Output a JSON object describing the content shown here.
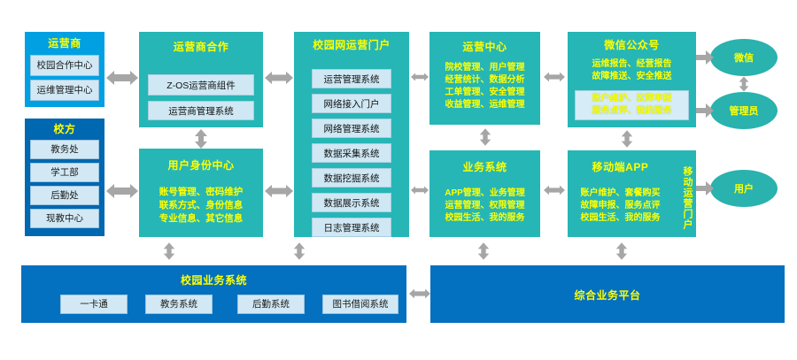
{
  "diagram": {
    "title_color": "#ffff00",
    "palette": {
      "teal": "#26b6b6",
      "blue_light": "#00a0e3",
      "blue_dark": "#0067b1",
      "blue_bar": "#0470c0",
      "sub_box": "#d2e9f5",
      "arrow": "#a6a6a6"
    },
    "operator": {
      "title": "运营商",
      "items": [
        "校园合作中心",
        "运维管理中心"
      ]
    },
    "school": {
      "title": "校方",
      "items": [
        "教务处",
        "学工部",
        "后勤处",
        "现教中心"
      ]
    },
    "operator_coop": {
      "title": "运营商合作",
      "items": [
        "Z-OS运营商组件",
        "运营商管理系统"
      ]
    },
    "identity_center": {
      "title": "用户身份中心",
      "lines": "账号管理、密码维护\n联系方式、身份信息\n专业信息、其它信息"
    },
    "campus_portal": {
      "title": "校园网运营门户",
      "items": [
        "运营管理系统",
        "网络接入门户",
        "网络管理系统",
        "数据采集系统",
        "数据挖掘系统",
        "数据展示系统",
        "日志管理系统"
      ]
    },
    "ops_center": {
      "title": "运营中心",
      "lines": "院校管理、用户管理\n经营统计、数据分析\n工单管理、安全管理\n收益管理、运维管理"
    },
    "business_system": {
      "title": "业务系统",
      "lines": "APP管理、业务管理\n运营管理、权限管理\n校园生活、我的服务"
    },
    "wechat": {
      "title": "微信公众号",
      "lines": "运维报告、经营报告\n故障推送、安全推送",
      "highlight": "账户维护、故障申报\n服务点评、我的服务"
    },
    "mobile_app": {
      "title": "移动端APP",
      "lines": "账户维护、套餐购买\n故障申报、服务点评\n校园生活、我的服务",
      "vertical_label": "移动运营门户"
    },
    "endpoints": [
      {
        "label": "微信"
      },
      {
        "label": "管理员"
      },
      {
        "label": "用户"
      }
    ],
    "campus_business": {
      "title": "校园业务系统",
      "items": [
        "一卡通",
        "教务系统",
        "后勤系统",
        "图书借阅系统"
      ]
    },
    "integrated_platform": {
      "title": "综合业务平台"
    }
  }
}
